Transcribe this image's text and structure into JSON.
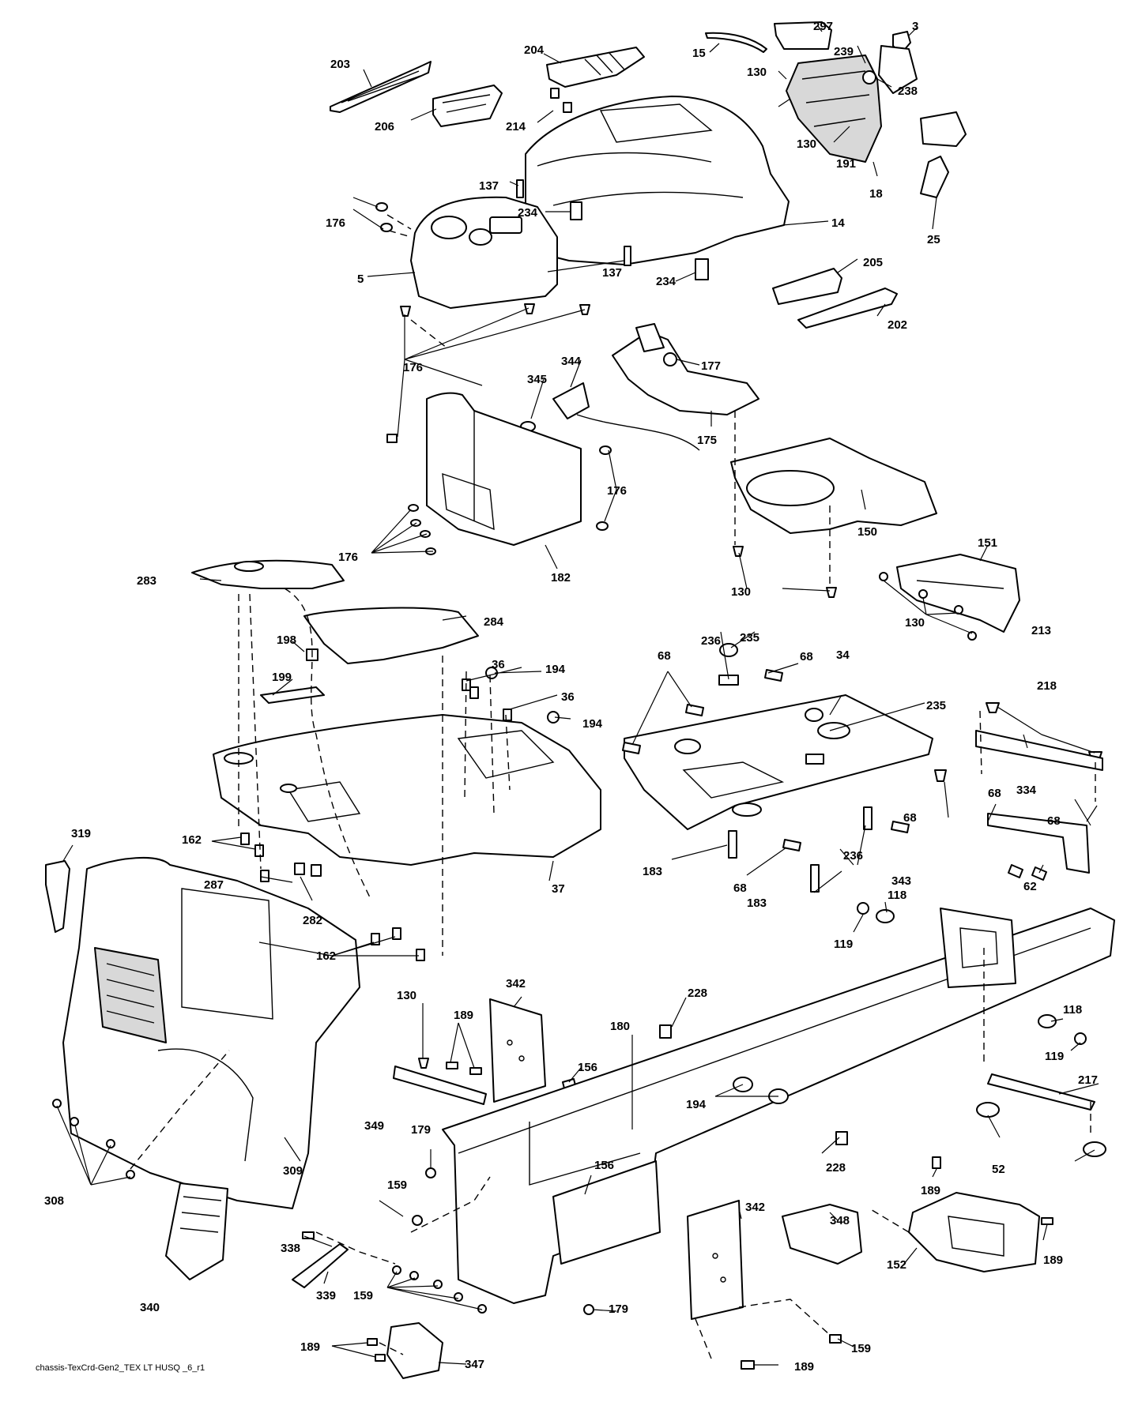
{
  "diagram": {
    "caption": "chassis-TexCrd-Gen2_TEX LT HUSQ _6_r1",
    "callouts": {
      "c297": "297",
      "c3": "3",
      "c15": "15",
      "c204": "204",
      "c203": "203",
      "c206": "206",
      "c214": "214",
      "c130": "130",
      "c239": "239",
      "c238": "238",
      "c191": "191",
      "c18": "18",
      "c25": "25",
      "c137": "137",
      "c234": "234",
      "c14": "14",
      "c176": "176",
      "c5": "5",
      "c205": "205",
      "c202": "202",
      "c177": "177",
      "c344": "344",
      "c345": "345",
      "c175": "175",
      "c150": "150",
      "c182": "182",
      "c283": "283",
      "c284": "284",
      "c151": "151",
      "c198": "198",
      "c199": "199",
      "c36": "36",
      "c194": "194",
      "c236": "236",
      "c235": "235",
      "c68": "68",
      "c34": "34",
      "c213": "213",
      "c218": "218",
      "c334": "334",
      "c62": "62",
      "c162": "162",
      "c287": "287",
      "c282": "282",
      "c37": "37",
      "c183": "183",
      "c343": "343",
      "c118": "118",
      "c119": "119",
      "c319": "319",
      "c309": "309",
      "c308": "308",
      "c228": "228",
      "c342": "342",
      "c189": "189",
      "c180": "180",
      "c156": "156",
      "c349": "349",
      "c179": "179",
      "c159": "159",
      "c217": "217",
      "c52": "52",
      "c338": "338",
      "c339": "339",
      "c340": "340",
      "c348": "348",
      "c152": "152",
      "c347": "347"
    }
  }
}
